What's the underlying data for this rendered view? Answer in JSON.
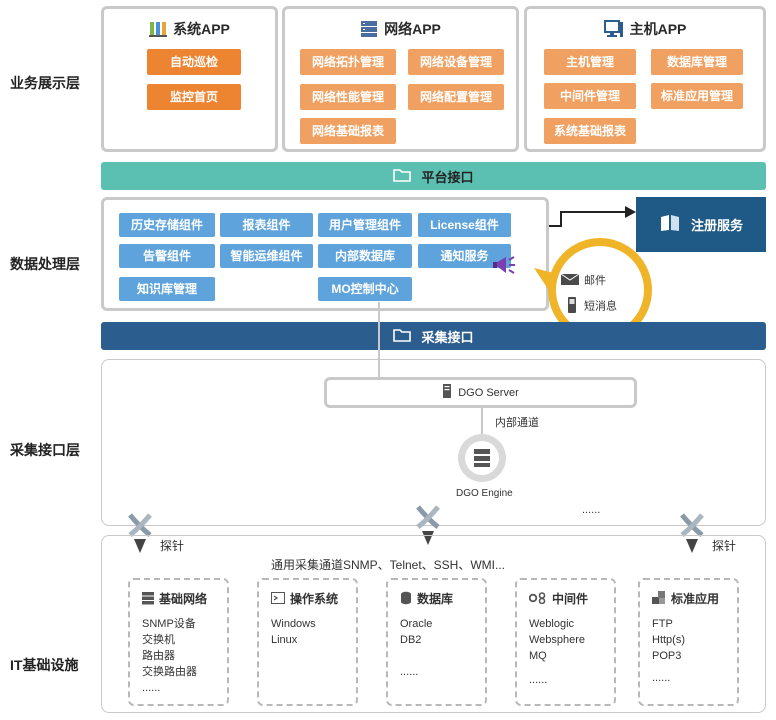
{
  "layers": {
    "business": "业务展示层",
    "data": "数据处理层",
    "collect": "采集接口层",
    "infra": "IT基础设施"
  },
  "apps": [
    {
      "title": "系统APP",
      "icon": "system-app-icon",
      "buttons": [
        "自动巡检",
        "监控首页"
      ]
    },
    {
      "title": "网络APP",
      "icon": "network-app-icon",
      "buttons": [
        "网络拓扑管理",
        "网络设备管理",
        "网络性能管理",
        "网络配置管理",
        "网络基础报表"
      ]
    },
    {
      "title": "主机APP",
      "icon": "host-app-icon",
      "buttons": [
        "主机管理",
        "数据库管理",
        "中间件管理",
        "标准应用管理",
        "系统基础报表"
      ]
    }
  ],
  "platform_interface": "平台接口",
  "components": [
    "历史存储组件",
    "报表组件",
    "用户管理组件",
    "License组件",
    "告警组件",
    "智能运维组件",
    "内部数据库",
    "通知服务",
    "知识库管理",
    "MO控制中心"
  ],
  "register_service": "注册服务",
  "notify": {
    "mail": "邮件",
    "sms": "短消息",
    "more": "......"
  },
  "collect_interface": "采集接口",
  "dgo_server": "DGO Server",
  "internal_channel": "内部通道",
  "dgo_engine": "DGO Engine",
  "collect_more": "......",
  "probe": "探针",
  "common_channel": "通用采集通道SNMP、Telnet、SSH、WMI...",
  "infra": [
    {
      "title": "基础网络",
      "icon": "network-icon",
      "items": [
        "SNMP设备",
        "交换机",
        "路由器",
        "交换路由器",
        "......"
      ]
    },
    {
      "title": "操作系统",
      "icon": "terminal-icon",
      "items": [
        "Windows",
        "Linux"
      ]
    },
    {
      "title": "数据库",
      "icon": "database-icon",
      "items": [
        "Oracle",
        "DB2",
        "",
        "",
        "......"
      ]
    },
    {
      "title": "中间件",
      "icon": "middleware-icon",
      "items": [
        "Weblogic",
        "Websphere",
        "MQ",
        "",
        "......"
      ]
    },
    {
      "title": "标准应用",
      "icon": "app-icon",
      "items": [
        "FTP",
        "Http(s)",
        "POP3",
        "",
        "......"
      ]
    }
  ],
  "colors": {
    "orange": "#ec8432",
    "blue_button": "#5fa3dc",
    "teal_bar": "#5bbfb2",
    "navy_bar": "#2b5d8f",
    "register": "#1f5a86",
    "notify_bubble": "#f0b428"
  }
}
